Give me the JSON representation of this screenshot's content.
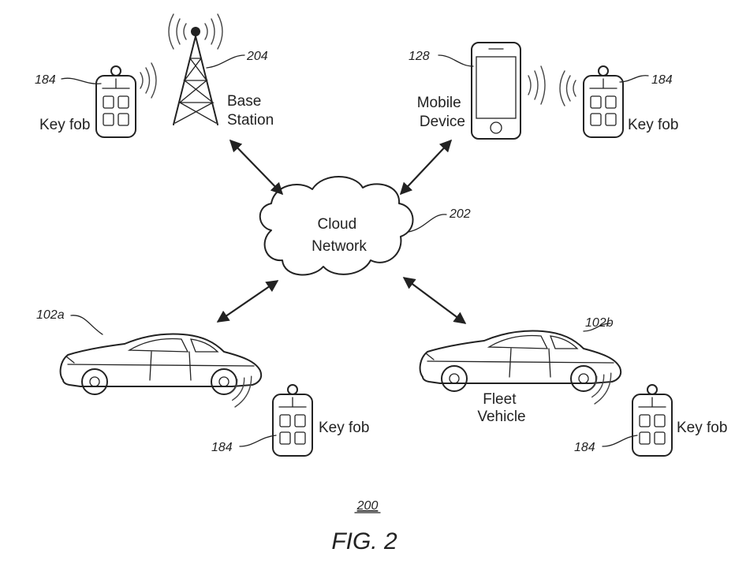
{
  "labels": {
    "base_station": [
      "Base",
      "Station"
    ],
    "mobile_device": [
      "Mobile",
      "Device"
    ],
    "cloud_network": [
      "Cloud",
      "Network"
    ],
    "fleet_vehicle": [
      "Fleet",
      "Vehicle"
    ],
    "key_fob": "Key fob"
  },
  "refs": {
    "base_station": "204",
    "mobile_device": "128",
    "cloud_network": "202",
    "vehicle_a": "102a",
    "vehicle_b": "102b",
    "key_fob": "184",
    "system": "200"
  },
  "figure": {
    "caption": "FIG. 2"
  }
}
